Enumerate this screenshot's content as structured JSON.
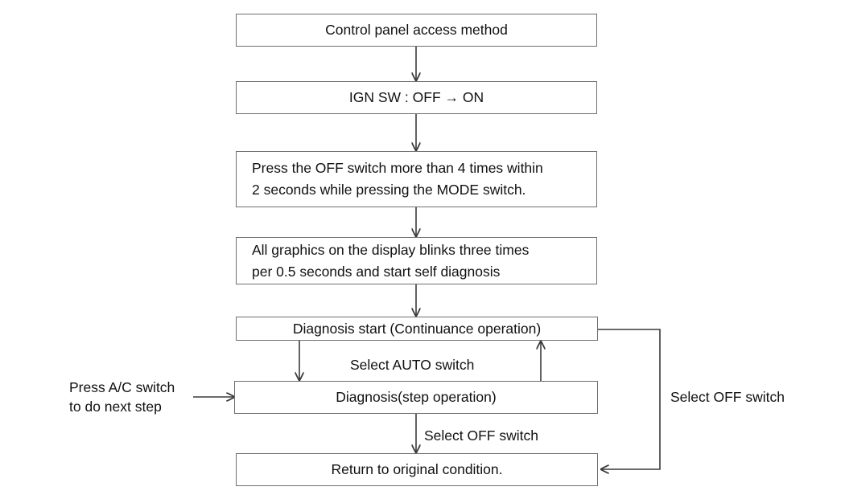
{
  "diagram": {
    "title": "Control panel access method",
    "nodes": [
      {
        "id": "n1",
        "text": "Control panel access method",
        "align": "center"
      },
      {
        "id": "n2",
        "text": "IGN SW : OFF → ON",
        "align": "center"
      },
      {
        "id": "n3",
        "text": "Press the OFF switch more than 4 times within\n2 seconds while pressing the MODE switch.",
        "align": "left"
      },
      {
        "id": "n4",
        "text": "All graphics on the display blinks three times\nper 0.5 seconds and start self diagnosis",
        "align": "left"
      },
      {
        "id": "n5",
        "text": "Diagnosis start (Continuance operation)",
        "align": "center"
      },
      {
        "id": "n6",
        "text": "Diagnosis(step operation)",
        "align": "center"
      },
      {
        "id": "n7",
        "text": "Return to original condition.",
        "align": "center"
      }
    ],
    "edge_labels": [
      {
        "id": "e1",
        "text": "Select AUTO switch"
      },
      {
        "id": "e2",
        "text": "Select OFF switch"
      },
      {
        "id": "e3",
        "text": "Select OFF switch"
      },
      {
        "id": "e4",
        "text": "Press A/C switch\nto do next step"
      }
    ],
    "colors": {
      "background": "#ffffff",
      "box_border": "#6f6f6f",
      "wire": "#3a3a3a",
      "text": "#111111"
    }
  }
}
